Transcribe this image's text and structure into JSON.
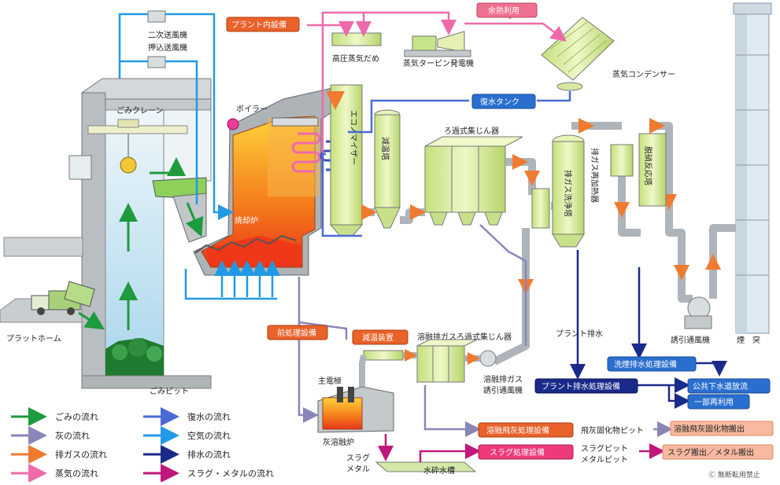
{
  "labels": {
    "plant_internal": "プラント内設備",
    "waste_heat": "余熱利用",
    "secondary_fan": "二次送風機",
    "forced_fan": "押込送風機",
    "hp_drum": "高圧蒸気だめ",
    "turbine": "蒸気タービン発電機",
    "condenser": "蒸気コンデンサー",
    "crane": "ごみクレーン",
    "boiler": "ボイラー",
    "condensate_tank": "復水タンク",
    "economizer": "エコノマイザー",
    "cooling_tower": "減温塔",
    "bag_filter": "ろ過式集じん器",
    "reheater": "排ガス再加熱器",
    "scrubber": "排ガス洗浄塔",
    "denox": "脱硝反応塔",
    "incinerator": "焼却炉",
    "platform": "プラットホーム",
    "pit": "ごみピット",
    "pretreat": "前処理設備",
    "cooling_unit": "減温装置",
    "melt_filter": "溶融排ガスろ過式集じん器",
    "electrode": "主電極",
    "melt_fan": "溶融排ガス誘引通風機",
    "ash_furnace": "灰溶融炉",
    "slag_metal": "スラグ\nメタル",
    "quench_tank": "水砕水槽",
    "plant_drain": "プラント排水",
    "flue_drain_unit": "洗煙排水処理設備",
    "plant_drain_unit": "プラント排水処理設備",
    "sewer": "公共下水道放流",
    "reuse": "一部再利用",
    "id_fan": "誘引通風機",
    "stack": "煙　突",
    "fly_ash_unit": "溶融飛灰処理設備",
    "fly_ash_pit": "飛灰固化物ピット",
    "fly_ash_out": "溶融飛灰固化物搬出",
    "slag_unit": "スラグ処理設備",
    "slag_pit": "スラグピット\nメタルピット",
    "slag_out": "スラグ搬出／メタル搬出",
    "copyright": "Ⓒ 無断転用禁止"
  },
  "legend": [
    {
      "label": "ごみの流れ",
      "color": "#1e9b3c"
    },
    {
      "label": "灰の流れ",
      "color": "#8a86b8"
    },
    {
      "label": "排ガスの流れ",
      "color": "#f07a30"
    },
    {
      "label": "蒸気の流れ",
      "color": "#ee6aaa"
    },
    {
      "label": "復水の流れ",
      "color": "#4a6ad6"
    },
    {
      "label": "空気の流れ",
      "color": "#2299e6"
    },
    {
      "label": "排水の流れ",
      "color": "#1a2a8a"
    },
    {
      "label": "スラグ・メタルの流れ",
      "color": "#c0187a"
    }
  ],
  "colors": {
    "orange_box": "#e8622a",
    "blue_box": "#2a6fd0",
    "navy_box": "#1a2a8a",
    "pink_box": "#ee7090",
    "light_box": "#f7b9a0",
    "equipment": "#d8ec9a",
    "building": "#c4cacc"
  }
}
